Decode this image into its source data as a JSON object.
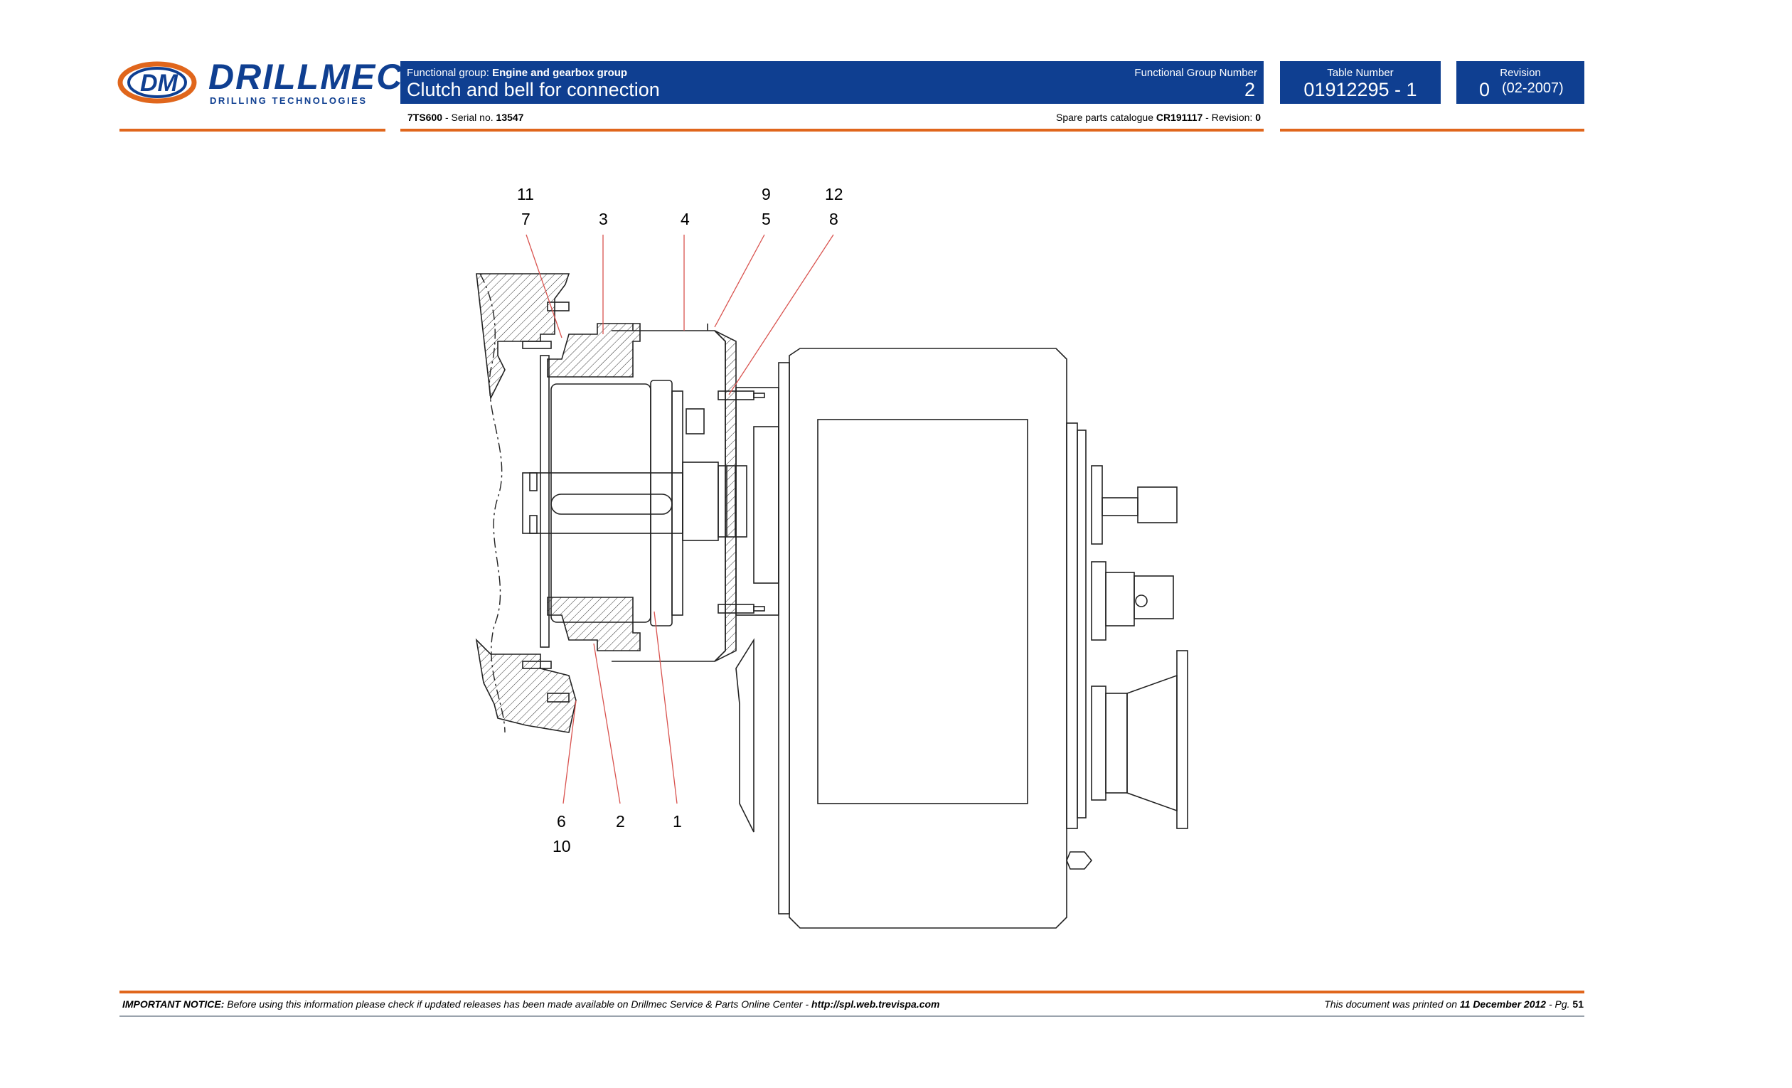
{
  "logo": {
    "brand": "DRILLMEC",
    "tagline": "DRILLING TECHNOLOGIES"
  },
  "header": {
    "functional_group_prefix": "Functional group:",
    "functional_group": "Engine and gearbox group",
    "title": "Clutch and bell for connection",
    "functional_group_number_label": "Functional Group Number",
    "functional_group_number": "2",
    "table_number_label": "Table Number",
    "table_number": "01912295 - 1",
    "revision_label": "Revision",
    "revision": "0",
    "revision_date": "(02-2007)",
    "model": "7TS600",
    "serial_prefix": "- Serial no.",
    "serial": "13547",
    "catalogue_prefix": "Spare parts catalogue",
    "catalogue": "CR191117",
    "catalogue_revision_prefix": "- Revision:",
    "catalogue_revision": "0"
  },
  "callouts": {
    "c11": "11",
    "c7": "7",
    "c3": "3",
    "c4": "4",
    "c9": "9",
    "c5": "5",
    "c12": "12",
    "c8": "8",
    "c6": "6",
    "c10": "10",
    "c2": "2",
    "c1": "1"
  },
  "footer": {
    "notice_label": "IMPORTANT NOTICE:",
    "notice_text": "Before using this information please check if updated releases has been made available on Drillmec Service & Parts Online Center -",
    "notice_url": "http://spl.web.trevispa.com",
    "printed_prefix": "This document was printed on",
    "printed_date": "11 December 2012",
    "page_prefix": "- Pg.",
    "page": "51"
  },
  "colors": {
    "header_blue": "#0f3f91",
    "accent_orange": "#e0661c",
    "leader_red": "#d9534f"
  }
}
